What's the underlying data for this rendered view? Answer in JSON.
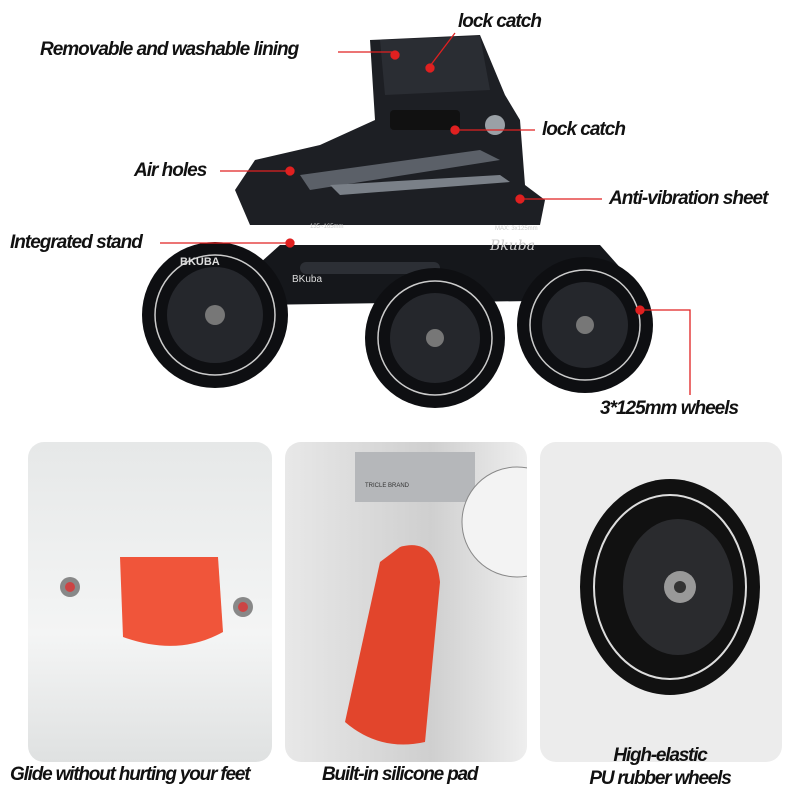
{
  "callouts": {
    "lock_catch_top": "lock catch",
    "lining": "Removable and washable lining",
    "lock_catch_mid": "lock catch",
    "air_holes": "Air holes",
    "anti_vibration": "Anti-vibration sheet",
    "stand": "Integrated stand",
    "wheels": "3*125mm wheels"
  },
  "skate": {
    "brand_frame": "BKuba",
    "brand_script": "Bkuba",
    "wheel_text": "BKUBA",
    "frame_size": "135~165mm",
    "frame_max": "MAX: 3x125mm"
  },
  "panels": [
    {
      "caption": "Glide without hurting your feet"
    },
    {
      "caption": "Built-in silicone pad",
      "ruler_text": "TRICLE BRAND"
    },
    {
      "caption_line1": "High-elastic",
      "caption_line2": "PU rubber wheels"
    }
  ],
  "colors": {
    "accent": "#e02020",
    "pad": "#f0553a"
  }
}
